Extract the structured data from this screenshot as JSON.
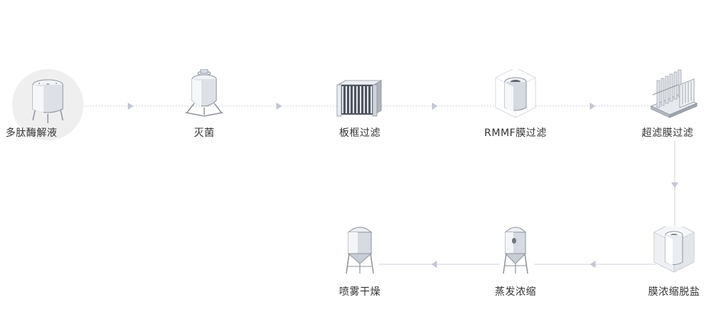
{
  "steps": [
    {
      "label": "多肽酶解液",
      "icon": "reaction-tank-icon",
      "highlighted": true
    },
    {
      "label": "灭菌",
      "icon": "sterilizer-vessel-icon",
      "highlighted": false
    },
    {
      "label": "板框过滤",
      "icon": "plate-frame-filter-icon",
      "highlighted": false
    },
    {
      "label": "RMMF膜过滤",
      "icon": "rmmf-membrane-cartridge-icon",
      "highlighted": false
    },
    {
      "label": "超滤膜过滤",
      "icon": "ultrafiltration-skid-icon",
      "highlighted": false
    },
    {
      "label": "膜浓缩脱盐",
      "icon": "membrane-concentration-cube-icon",
      "highlighted": false
    },
    {
      "label": "蒸发浓缩",
      "icon": "evaporator-silo-icon",
      "highlighted": false
    },
    {
      "label": "喷雾干燥",
      "icon": "spray-dryer-silo-icon",
      "highlighted": false
    }
  ],
  "colors": {
    "connector": "#cdd1dc",
    "arrow": "#c3c7d4",
    "label": "#333333",
    "halo": "#efefef",
    "metal_light": "#f1f3f6",
    "metal_mid": "#d6dae1",
    "metal_dark": "#9ea4ae",
    "outline": "#8d939c"
  }
}
